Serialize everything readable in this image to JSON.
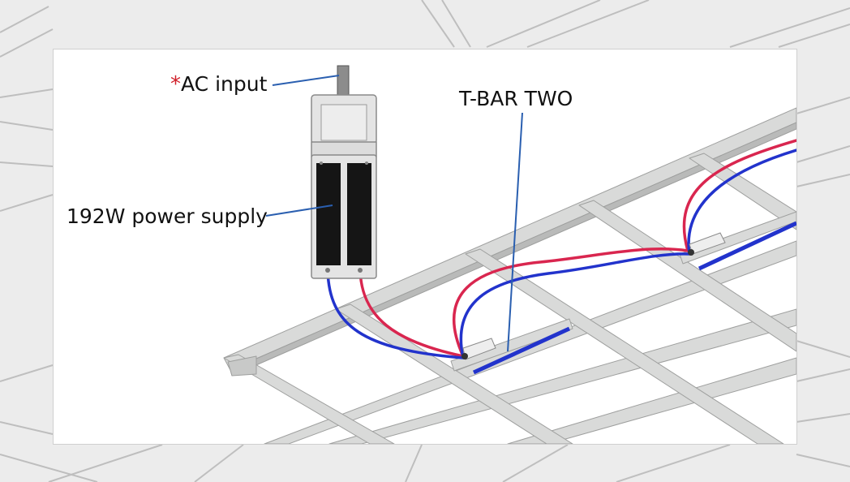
{
  "labels": {
    "ac_input": "AC input",
    "ac_input_marker": "*",
    "power_supply": "192W power supply",
    "tbar": "T-BAR TWO"
  },
  "colors": {
    "red_wire": "#d9264f",
    "blue_wire": "#2233cc",
    "leader_line": "#2a5fb0",
    "grid_top": "#d9dad9",
    "grid_side": "#b9bab9",
    "device_body": "#e4e4e4",
    "device_outline": "#8a8a8a",
    "module_black": "#151515",
    "asterisk": "#d0202a"
  },
  "icons": [
    "power-supply-unit",
    "connector-clip",
    "ceiling-grid"
  ]
}
